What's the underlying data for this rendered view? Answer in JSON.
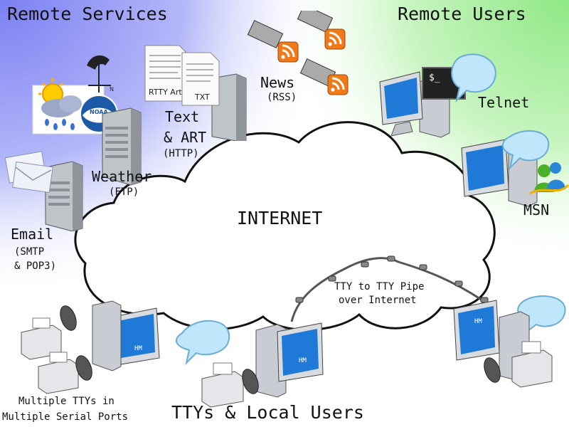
{
  "headings": {
    "remote_services": "Remote Services",
    "remote_users": "Remote Users",
    "local_users": "TTYs & Local Users"
  },
  "cloud": {
    "label": "INTERNET"
  },
  "pipe": {
    "line1": "TTY to TTY Pipe",
    "line2": "over Internet"
  },
  "services": {
    "news": {
      "name": "News",
      "protocol": "(RSS)"
    },
    "text": {
      "name1": "Text",
      "name2": "& ART",
      "protocol": "(HTTP)",
      "doc1": "RTTY Art",
      "doc2": "TXT"
    },
    "weather": {
      "name": "Weather",
      "protocol": "(FTP)",
      "logo": "NOAA"
    },
    "email": {
      "name": "Email",
      "protocol1": "(SMTP",
      "protocol2": "& POP3)"
    }
  },
  "remote_users": {
    "telnet": {
      "name": "Telnet",
      "prompt": "$_"
    },
    "msn": {
      "name": "MSN"
    }
  },
  "local": {
    "multi_line1": "Multiple TTYs in",
    "multi_line2": "Multiple Serial Ports",
    "hm_badge": "HM"
  },
  "colors": {
    "services_bg": "#8e92f4",
    "users_bg": "#a8f0a0",
    "rss_orange": "#f07a1a",
    "screen_blue": "#1e7ad6",
    "cloud_fill": "#ffffff"
  }
}
